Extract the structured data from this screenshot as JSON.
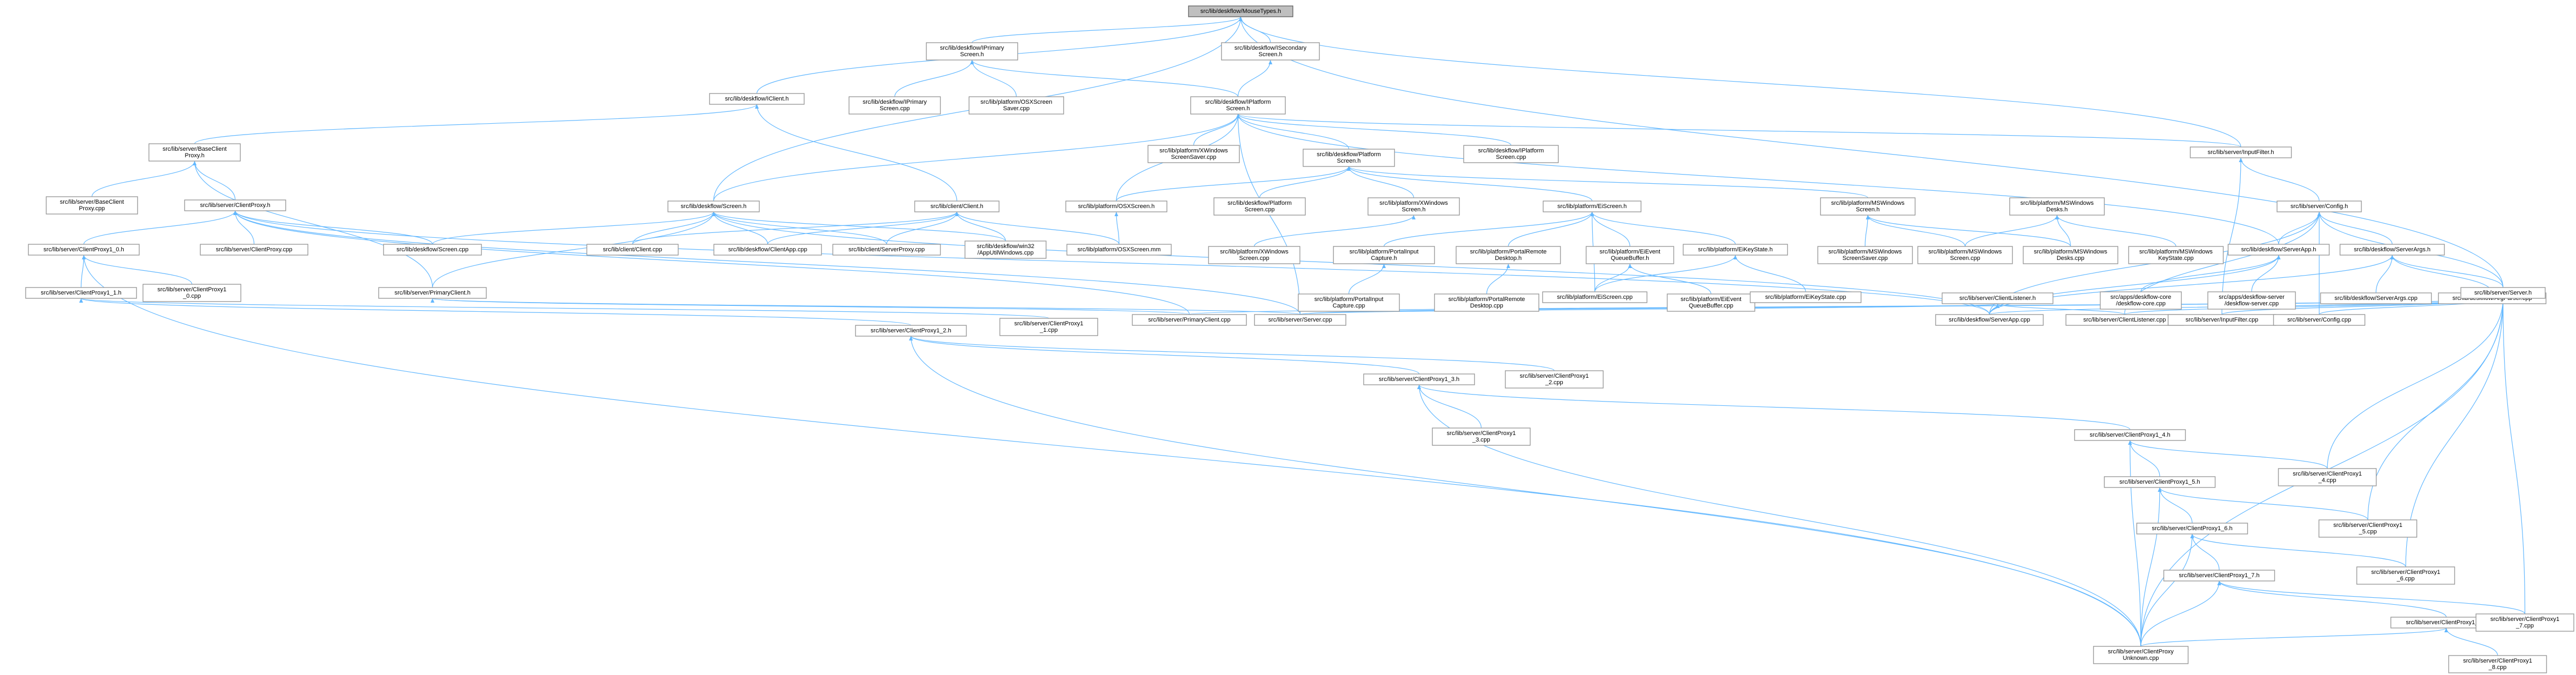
{
  "colors": {
    "edge": "#63b8ff",
    "node_border": "#999999",
    "root_fill": "#bfbfbf",
    "node_fill": "#ffffff"
  },
  "nodes": [
    {
      "id": "root",
      "lines": [
        "src/lib/deskflow/MouseTypes.h"
      ],
      "root": true
    },
    {
      "id": "iprim",
      "lines": [
        "src/lib/deskflow/IPrimary",
        "Screen.h"
      ]
    },
    {
      "id": "isec",
      "lines": [
        "src/lib/deskflow/ISecondary",
        "Screen.h"
      ]
    },
    {
      "id": "iplat",
      "lines": [
        "src/lib/deskflow/IPlatform",
        "Screen.h"
      ]
    },
    {
      "id": "iclient",
      "lines": [
        "src/lib/deskflow/IClient.h"
      ]
    },
    {
      "id": "iprimcpp",
      "lines": [
        "src/lib/deskflow/IPrimary",
        "Screen.cpp"
      ]
    },
    {
      "id": "osxsaver",
      "lines": [
        "src/lib/platform/OSXScreen",
        "Saver.cpp"
      ]
    },
    {
      "id": "baseclient",
      "lines": [
        "src/lib/server/BaseClient",
        "Proxy.h"
      ]
    },
    {
      "id": "xwinsaver",
      "lines": [
        "src/lib/platform/XWindows",
        "ScreenSaver.cpp"
      ]
    },
    {
      "id": "plath",
      "lines": [
        "src/lib/deskflow/Platform",
        "Screen.h"
      ]
    },
    {
      "id": "platcpp",
      "lines": [
        "src/lib/deskflow/IPlatform",
        "Screen.cpp"
      ]
    },
    {
      "id": "inputfilter",
      "lines": [
        "src/lib/server/InputFilter.h"
      ]
    },
    {
      "id": "basecpp",
      "lines": [
        "src/lib/server/BaseClient",
        "Proxy.cpp"
      ]
    },
    {
      "id": "cproxy",
      "lines": [
        "src/lib/server/ClientProxy.h"
      ]
    },
    {
      "id": "screenh",
      "lines": [
        "src/lib/deskflow/Screen.h"
      ]
    },
    {
      "id": "clienth",
      "lines": [
        "src/lib/client/Client.h"
      ]
    },
    {
      "id": "osxscreenh",
      "lines": [
        "src/lib/platform/OSXScreen.h"
      ]
    },
    {
      "id": "platcpp2",
      "lines": [
        "src/lib/deskflow/Platform",
        "Screen.cpp"
      ]
    },
    {
      "id": "xwinscreenh",
      "lines": [
        "src/lib/platform/XWindows",
        "Screen.h"
      ]
    },
    {
      "id": "eiscreenh",
      "lines": [
        "src/lib/platform/EiScreen.h"
      ]
    },
    {
      "id": "mswinscreenh",
      "lines": [
        "src/lib/platform/MSWindows",
        "Screen.h"
      ]
    },
    {
      "id": "mswindesks",
      "lines": [
        "src/lib/platform/MSWindows",
        "Desks.h"
      ]
    },
    {
      "id": "configh",
      "lines": [
        "src/lib/server/Config.h"
      ]
    },
    {
      "id": "cp10h",
      "lines": [
        "src/lib/server/ClientProxy1_0.h"
      ]
    },
    {
      "id": "cproxycpp",
      "lines": [
        "src/lib/server/ClientProxy.cpp"
      ]
    },
    {
      "id": "screencpp",
      "lines": [
        "src/lib/deskflow/Screen.cpp"
      ]
    },
    {
      "id": "clientcpp",
      "lines": [
        "src/lib/client/Client.cpp"
      ]
    },
    {
      "id": "clientapp",
      "lines": [
        "src/lib/deskflow/ClientApp.cpp"
      ]
    },
    {
      "id": "serverproxy",
      "lines": [
        "src/lib/client/ServerProxy.cpp"
      ]
    },
    {
      "id": "apputi",
      "lines": [
        "src/lib/deskflow/win32",
        "/AppUtilWindows.cpp"
      ]
    },
    {
      "id": "osxmm",
      "lines": [
        "src/lib/platform/OSXScreen.mm"
      ]
    },
    {
      "id": "xwincpp",
      "lines": [
        "src/lib/platform/XWindows",
        "Screen.cpp"
      ]
    },
    {
      "id": "portalinh",
      "lines": [
        "src/lib/platform/PortalInput",
        "Capture.h"
      ]
    },
    {
      "id": "portalremh",
      "lines": [
        "src/lib/platform/PortalRemote",
        "Desktop.h"
      ]
    },
    {
      "id": "eiqueueh",
      "lines": [
        "src/lib/platform/EiEvent",
        "QueueBuffer.h"
      ]
    },
    {
      "id": "eikeystateh",
      "lines": [
        "src/lib/platform/EiKeyState.h"
      ]
    },
    {
      "id": "msssaver",
      "lines": [
        "src/lib/platform/MSWindows",
        "ScreenSaver.cpp"
      ]
    },
    {
      "id": "msscreencpp",
      "lines": [
        "src/lib/platform/MSWindows",
        "Screen.cpp"
      ]
    },
    {
      "id": "msdeskscpp",
      "lines": [
        "src/lib/platform/MSWindows",
        "Desks.cpp"
      ]
    },
    {
      "id": "mskeystate",
      "lines": [
        "src/lib/platform/MSWindows",
        "KeyState.cpp"
      ]
    },
    {
      "id": "serverapph",
      "lines": [
        "src/lib/deskflow/ServerApp.h"
      ]
    },
    {
      "id": "serverargsh",
      "lines": [
        "src/lib/deskflow/ServerArgs.h"
      ]
    },
    {
      "id": "cp11h",
      "lines": [
        "src/lib/server/ClientProxy1_1.h"
      ]
    },
    {
      "id": "cp10cpp",
      "lines": [
        "src/lib/server/ClientProxy1",
        "_0.cpp"
      ]
    },
    {
      "id": "primaryclienth",
      "lines": [
        "src/lib/server/PrimaryClient.h"
      ]
    },
    {
      "id": "portalincpp",
      "lines": [
        "src/lib/platform/PortalInput",
        "Capture.cpp"
      ]
    },
    {
      "id": "portalremcpp",
      "lines": [
        "src/lib/platform/PortalRemote",
        "Desktop.cpp"
      ]
    },
    {
      "id": "eiscreencpp",
      "lines": [
        "src/lib/platform/EiScreen.cpp"
      ]
    },
    {
      "id": "eiqueuecpp",
      "lines": [
        "src/lib/platform/EiEvent",
        "QueueBuffer.cpp"
      ]
    },
    {
      "id": "eikeystatecpp",
      "lines": [
        "src/lib/platform/EiKeyState.cpp"
      ]
    },
    {
      "id": "clientlistenerh",
      "lines": [
        "src/lib/server/ClientListener.h"
      ]
    },
    {
      "id": "deskcore",
      "lines": [
        "src/apps/deskflow-core",
        "/deskflow-core.cpp"
      ]
    },
    {
      "id": "deskserver",
      "lines": [
        "src/apps/deskflow-server",
        "/deskflow-server.cpp"
      ]
    },
    {
      "id": "serverargscpp",
      "lines": [
        "src/lib/deskflow/ServerArgs.cpp"
      ]
    },
    {
      "id": "argparser",
      "lines": [
        "src/lib/deskflow/ArgParser.cpp"
      ]
    },
    {
      "id": "serverh",
      "lines": [
        "src/lib/server/Server.h"
      ]
    },
    {
      "id": "cp11cpp",
      "lines": [
        "src/lib/server/ClientProxy1",
        "_1.cpp"
      ]
    },
    {
      "id": "primaryclientcpp",
      "lines": [
        "src/lib/server/PrimaryClient.cpp"
      ]
    },
    {
      "id": "servercpp",
      "lines": [
        "src/lib/server/Server.cpp"
      ]
    },
    {
      "id": "serverappcpp",
      "lines": [
        "src/lib/deskflow/ServerApp.cpp"
      ]
    },
    {
      "id": "clientlistenercpp",
      "lines": [
        "src/lib/server/ClientListener.cpp"
      ]
    },
    {
      "id": "inputfiltercpp",
      "lines": [
        "src/lib/server/InputFilter.cpp"
      ]
    },
    {
      "id": "configcpp",
      "lines": [
        "src/lib/server/Config.cpp"
      ]
    },
    {
      "id": "cp12h",
      "lines": [
        "src/lib/server/ClientProxy1_2.h"
      ]
    },
    {
      "id": "cp13h",
      "lines": [
        "src/lib/server/ClientProxy1_3.h"
      ]
    },
    {
      "id": "cp12cpp",
      "lines": [
        "src/lib/server/ClientProxy1",
        "_2.cpp"
      ]
    },
    {
      "id": "cp13cpp",
      "lines": [
        "src/lib/server/ClientProxy1",
        "_3.cpp"
      ]
    },
    {
      "id": "cp14h",
      "lines": [
        "src/lib/server/ClientProxy1_4.h"
      ]
    },
    {
      "id": "cp14cpp",
      "lines": [
        "src/lib/server/ClientProxy1",
        "_4.cpp"
      ]
    },
    {
      "id": "cp15h",
      "lines": [
        "src/lib/server/ClientProxy1_5.h"
      ]
    },
    {
      "id": "cp16h",
      "lines": [
        "src/lib/server/ClientProxy1_6.h"
      ]
    },
    {
      "id": "cp15cpp",
      "lines": [
        "src/lib/server/ClientProxy1",
        "_5.cpp"
      ]
    },
    {
      "id": "cp16cpp",
      "lines": [
        "src/lib/server/ClientProxy1",
        "_6.cpp"
      ]
    },
    {
      "id": "cp17h",
      "lines": [
        "src/lib/server/ClientProxy1_7.h"
      ]
    },
    {
      "id": "cp18h",
      "lines": [
        "src/lib/server/ClientProxy1_8.h"
      ]
    },
    {
      "id": "cp17cpp",
      "lines": [
        "src/lib/server/ClientProxy1",
        "_7.cpp"
      ]
    },
    {
      "id": "unknown",
      "lines": [
        "src/lib/server/ClientProxy",
        "Unknown.cpp"
      ]
    },
    {
      "id": "cp18cpp",
      "lines": [
        "src/lib/server/ClientProxy1",
        "_8.cpp"
      ]
    }
  ],
  "edges": [
    [
      "root",
      "iprim"
    ],
    [
      "root",
      "isec"
    ],
    [
      "root",
      "iclient"
    ],
    [
      "root",
      "screenh"
    ],
    [
      "root",
      "inputfilter"
    ],
    [
      "root",
      "serverh"
    ],
    [
      "iprim",
      "iprimcpp"
    ],
    [
      "iprim",
      "osxsaver"
    ],
    [
      "iprim",
      "iplat"
    ],
    [
      "isec",
      "iplat"
    ],
    [
      "iclient",
      "baseclient"
    ],
    [
      "iclient",
      "clienth"
    ],
    [
      "iplat",
      "xwinsaver"
    ],
    [
      "iplat",
      "plath"
    ],
    [
      "iplat",
      "platcpp"
    ],
    [
      "iplat",
      "inputfilter"
    ],
    [
      "iplat",
      "screenh"
    ],
    [
      "iplat",
      "serverapph"
    ],
    [
      "iplat",
      "osxscreenh"
    ],
    [
      "iplat",
      "servercpp"
    ],
    [
      "baseclient",
      "basecpp"
    ],
    [
      "baseclient",
      "cproxy"
    ],
    [
      "baseclient",
      "primaryclienth"
    ],
    [
      "plath",
      "platcpp2"
    ],
    [
      "plath",
      "xwinscreenh"
    ],
    [
      "plath",
      "eiscreenh"
    ],
    [
      "plath",
      "mswinscreenh"
    ],
    [
      "plath",
      "osxscreenh"
    ],
    [
      "inputfilter",
      "configh"
    ],
    [
      "inputfilter",
      "inputfiltercpp"
    ],
    [
      "cproxy",
      "cp10h"
    ],
    [
      "cproxy",
      "cproxycpp"
    ],
    [
      "cproxy",
      "screencpp"
    ],
    [
      "cproxy",
      "primaryclientcpp"
    ],
    [
      "cproxy",
      "servercpp"
    ],
    [
      "cproxy",
      "serverappcpp"
    ],
    [
      "screenh",
      "screencpp"
    ],
    [
      "screenh",
      "clientcpp"
    ],
    [
      "screenh",
      "clientapp"
    ],
    [
      "screenh",
      "serverproxy"
    ],
    [
      "screenh",
      "apputi"
    ],
    [
      "screenh",
      "primaryclienth"
    ],
    [
      "screenh",
      "serverappcpp"
    ],
    [
      "clienth",
      "clientcpp"
    ],
    [
      "clienth",
      "clientapp"
    ],
    [
      "clienth",
      "serverproxy"
    ],
    [
      "clienth",
      "apputi"
    ],
    [
      "clienth",
      "osxmm"
    ],
    [
      "osxscreenh",
      "osxmm"
    ],
    [
      "xwinscreenh",
      "xwincpp"
    ],
    [
      "eiscreenh",
      "portalinh"
    ],
    [
      "eiscreenh",
      "portalremh"
    ],
    [
      "eiscreenh",
      "eiqueueh"
    ],
    [
      "eiscreenh",
      "eikeystateh"
    ],
    [
      "eiscreenh",
      "eiscreencpp"
    ],
    [
      "mswinscreenh",
      "msssaver"
    ],
    [
      "mswinscreenh",
      "msscreencpp"
    ],
    [
      "mswinscreenh",
      "msdeskscpp"
    ],
    [
      "mswindesks",
      "msscreencpp"
    ],
    [
      "mswindesks",
      "msdeskscpp"
    ],
    [
      "mswindesks",
      "mskeystate"
    ],
    [
      "configh",
      "serverapph"
    ],
    [
      "configh",
      "serverargsh"
    ],
    [
      "configh",
      "serverh"
    ],
    [
      "configh",
      "clientlistenercpp"
    ],
    [
      "configh",
      "serverappcpp"
    ],
    [
      "configh",
      "configcpp"
    ],
    [
      "cp10h",
      "cp10cpp"
    ],
    [
      "cp10h",
      "cp11h"
    ],
    [
      "cp10h",
      "unknown"
    ],
    [
      "portalinh",
      "portalincpp"
    ],
    [
      "portalremh",
      "portalremcpp"
    ],
    [
      "eiqueueh",
      "eiqueuecpp"
    ],
    [
      "eiqueueh",
      "eiscreencpp"
    ],
    [
      "eikeystateh",
      "eikeystatecpp"
    ],
    [
      "eikeystateh",
      "eiscreencpp"
    ],
    [
      "serverapph",
      "deskcore"
    ],
    [
      "serverapph",
      "deskserver"
    ],
    [
      "serverapph",
      "serverappcpp"
    ],
    [
      "serverargsh",
      "serverargscpp"
    ],
    [
      "serverargsh",
      "argparser"
    ],
    [
      "serverargsh",
      "serverh"
    ],
    [
      "serverargsh",
      "serverappcpp"
    ],
    [
      "cp11h",
      "cp11cpp"
    ],
    [
      "cp11h",
      "cp12h"
    ],
    [
      "primaryclienth",
      "primaryclientcpp"
    ],
    [
      "primaryclienth",
      "servercpp"
    ],
    [
      "clientlistenerh",
      "clientlistenercpp"
    ],
    [
      "clientlistenerh",
      "serverappcpp"
    ],
    [
      "clientlistenerh",
      "servercpp"
    ],
    [
      "serverh",
      "servercpp"
    ],
    [
      "serverh",
      "serverappcpp"
    ],
    [
      "serverh",
      "clientlistenercpp"
    ],
    [
      "serverh",
      "inputfiltercpp"
    ],
    [
      "serverh",
      "configcpp"
    ],
    [
      "serverh",
      "cp14cpp"
    ],
    [
      "serverh",
      "cp15cpp"
    ],
    [
      "serverh",
      "cp16cpp"
    ],
    [
      "serverh",
      "cp17cpp"
    ],
    [
      "serverh",
      "unknown"
    ],
    [
      "serverh",
      "primaryclientcpp"
    ],
    [
      "cp12h",
      "cp12cpp"
    ],
    [
      "cp12h",
      "cp13h"
    ],
    [
      "cp12h",
      "unknown"
    ],
    [
      "cp13h",
      "cp13cpp"
    ],
    [
      "cp13h",
      "cp14h"
    ],
    [
      "cp13h",
      "unknown"
    ],
    [
      "cp14h",
      "cp14cpp"
    ],
    [
      "cp14h",
      "cp15h"
    ],
    [
      "cp14h",
      "unknown"
    ],
    [
      "cp15h",
      "cp15cpp"
    ],
    [
      "cp15h",
      "cp16h"
    ],
    [
      "cp15h",
      "unknown"
    ],
    [
      "cp16h",
      "cp16cpp"
    ],
    [
      "cp16h",
      "cp17h"
    ],
    [
      "cp16h",
      "unknown"
    ],
    [
      "cp17h",
      "cp17cpp"
    ],
    [
      "cp17h",
      "cp18h"
    ],
    [
      "cp17h",
      "unknown"
    ],
    [
      "cp18h",
      "cp18cpp"
    ],
    [
      "cp18h",
      "unknown"
    ]
  ]
}
